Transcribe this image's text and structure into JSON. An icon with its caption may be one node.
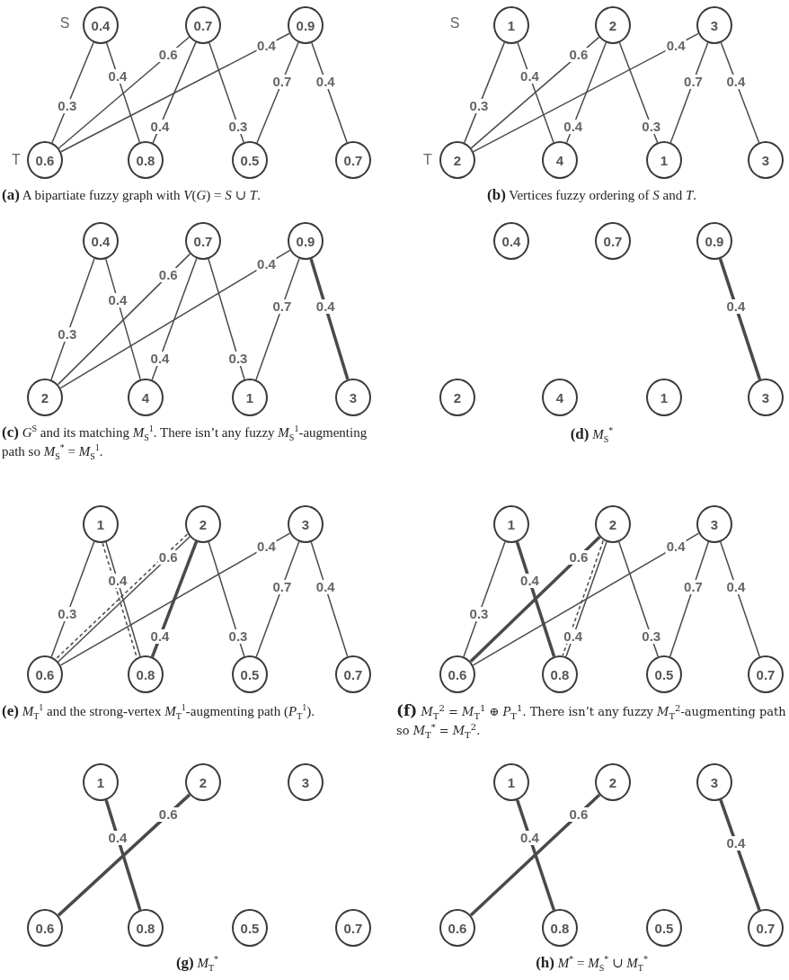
{
  "diagram": {
    "nodes": [
      {
        "text": [
          "0.4"
        ]
      },
      {
        "text": [
          "0.7"
        ]
      },
      {
        "text": [
          "0.9"
        ]
      },
      {
        "text": [
          "0.6"
        ]
      },
      {
        "text": [
          "0.8"
        ]
      },
      {
        "text": [
          "0.5"
        ]
      },
      {
        "text": [
          "0.7"
        ]
      },
      {
        "text": [
          "1"
        ]
      },
      {
        "text": [
          "2"
        ]
      },
      {
        "text": [
          "3"
        ]
      },
      {
        "text": [
          "2"
        ]
      },
      {
        "text": [
          "4"
        ]
      },
      {
        "text": [
          "1"
        ]
      },
      {
        "text": [
          "3"
        ]
      },
      {
        "text": [
          "0.4"
        ]
      },
      {
        "text": [
          "0.7"
        ]
      },
      {
        "text": [
          "0.9"
        ]
      },
      {
        "text": [
          "2"
        ]
      },
      {
        "text": [
          "4"
        ]
      },
      {
        "text": [
          "1"
        ]
      },
      {
        "text": [
          "3"
        ]
      },
      {
        "text": [
          "0.4"
        ]
      },
      {
        "text": [
          "0.7"
        ]
      },
      {
        "text": [
          "0.9"
        ]
      },
      {
        "text": [
          "2"
        ]
      },
      {
        "text": [
          "4"
        ]
      },
      {
        "text": [
          "1"
        ]
      },
      {
        "text": [
          "3"
        ]
      },
      {
        "text": [
          "1"
        ]
      },
      {
        "text": [
          "2"
        ]
      },
      {
        "text": [
          "3"
        ]
      },
      {
        "text": [
          "0.6"
        ]
      },
      {
        "text": [
          "0.8"
        ]
      },
      {
        "text": [
          "0.5"
        ]
      },
      {
        "text": [
          "0.7"
        ]
      },
      {
        "text": [
          "1"
        ]
      },
      {
        "text": [
          "2"
        ]
      },
      {
        "text": [
          "3"
        ]
      },
      {
        "text": [
          "0.6"
        ]
      },
      {
        "text": [
          "0.8"
        ]
      },
      {
        "text": [
          "0.5"
        ]
      },
      {
        "text": [
          "0.7"
        ]
      },
      {
        "text": [
          "1"
        ]
      },
      {
        "text": [
          "2"
        ]
      },
      {
        "text": [
          "3"
        ]
      },
      {
        "text": [
          "0.6"
        ]
      },
      {
        "text": [
          "0.8"
        ]
      },
      {
        "text": [
          "0.5"
        ]
      },
      {
        "text": [
          "0.7"
        ]
      },
      {
        "text": [
          "1"
        ]
      },
      {
        "text": [
          "2"
        ]
      },
      {
        "text": [
          "3"
        ]
      },
      {
        "text": [
          "0.6"
        ]
      },
      {
        "text": [
          "0.8"
        ]
      },
      {
        "text": [
          "0.5"
        ]
      },
      {
        "text": [
          "0.7"
        ]
      }
    ],
    "edges": [
      {
        "from": 0,
        "to": 3,
        "arrow": "none",
        "label": "0.3"
      },
      {
        "from": 0,
        "to": 4,
        "arrow": "none",
        "label": "0.4"
      },
      {
        "from": 1,
        "to": 3,
        "arrow": "none",
        "label": "0.6"
      },
      {
        "from": 1,
        "to": 4,
        "arrow": "none",
        "label": "0.4"
      },
      {
        "from": 1,
        "to": 5,
        "arrow": "none",
        "label": "0.3"
      },
      {
        "from": 2,
        "to": 3,
        "arrow": "none",
        "label": "0.4"
      },
      {
        "from": 2,
        "to": 5,
        "arrow": "none",
        "label": "0.7"
      },
      {
        "from": 2,
        "to": 6,
        "arrow": "none",
        "label": "0.4"
      },
      {
        "from": 7,
        "to": 10,
        "arrow": "none",
        "label": "0.3"
      },
      {
        "from": 7,
        "to": 11,
        "arrow": "none",
        "label": "0.4"
      },
      {
        "from": 8,
        "to": 10,
        "arrow": "none",
        "label": "0.6"
      },
      {
        "from": 8,
        "to": 11,
        "arrow": "none",
        "label": "0.4"
      },
      {
        "from": 8,
        "to": 12,
        "arrow": "none",
        "label": "0.3"
      },
      {
        "from": 9,
        "to": 10,
        "arrow": "none",
        "label": "0.4"
      },
      {
        "from": 9,
        "to": 12,
        "arrow": "none",
        "label": "0.7"
      },
      {
        "from": 9,
        "to": 13,
        "arrow": "none",
        "label": "0.4"
      },
      {
        "from": 14,
        "to": 17,
        "arrow": "none",
        "label": "0.3"
      },
      {
        "from": 14,
        "to": 18,
        "arrow": "none",
        "label": "0.4"
      },
      {
        "from": 15,
        "to": 17,
        "arrow": "none",
        "label": "0.6"
      },
      {
        "from": 15,
        "to": 18,
        "arrow": "none",
        "label": "0.4"
      },
      {
        "from": 15,
        "to": 19,
        "arrow": "none",
        "label": "0.3"
      },
      {
        "from": 16,
        "to": 17,
        "arrow": "none",
        "label": "0.4"
      },
      {
        "from": 16,
        "to": 19,
        "arrow": "none",
        "label": "0.7"
      },
      {
        "from": 16,
        "to": 20,
        "arrow": "none",
        "label": "0.4",
        "style": "thick"
      },
      {
        "from": 23,
        "to": 27,
        "arrow": "none",
        "label": "0.4",
        "style": "thick"
      },
      {
        "from": 28,
        "to": 31,
        "arrow": "none",
        "label": "0.3"
      },
      {
        "from": 28,
        "to": 32,
        "arrow": "none",
        "label": "0.4"
      },
      {
        "from": 29,
        "to": 31,
        "arrow": "none",
        "label": "0.6"
      },
      {
        "from": 29,
        "to": 32,
        "arrow": "none",
        "label": "0.4",
        "style": "thick"
      },
      {
        "from": 29,
        "to": 33,
        "arrow": "none",
        "label": "0.3"
      },
      {
        "from": 30,
        "to": 31,
        "arrow": "none",
        "label": "0.4"
      },
      {
        "from": 30,
        "to": 33,
        "arrow": "none",
        "label": "0.7"
      },
      {
        "from": 30,
        "to": 34,
        "arrow": "none",
        "label": "0.4"
      },
      {
        "from": 29,
        "to": 31,
        "arrow": "none",
        "style": "dashed"
      },
      {
        "from": 28,
        "to": 32,
        "arrow": "none",
        "style": "dashed"
      },
      {
        "from": 35,
        "to": 38,
        "arrow": "none",
        "label": "0.3"
      },
      {
        "from": 35,
        "to": 39,
        "arrow": "none",
        "label": "0.4",
        "style": "thick"
      },
      {
        "from": 36,
        "to": 38,
        "arrow": "none",
        "label": "0.6",
        "style": "thick"
      },
      {
        "from": 36,
        "to": 39,
        "arrow": "none",
        "label": "0.4"
      },
      {
        "from": 36,
        "to": 40,
        "arrow": "none",
        "label": "0.3"
      },
      {
        "from": 37,
        "to": 38,
        "arrow": "none",
        "label": "0.4"
      },
      {
        "from": 37,
        "to": 40,
        "arrow": "none",
        "label": "0.7"
      },
      {
        "from": 37,
        "to": 41,
        "arrow": "none",
        "label": "0.4"
      },
      {
        "from": 36,
        "to": 39,
        "arrow": "none",
        "style": "dashed"
      },
      {
        "from": 42,
        "to": 46,
        "arrow": "none",
        "label": "0.4",
        "style": "thick"
      },
      {
        "from": 43,
        "to": 45,
        "arrow": "none",
        "label": "0.6",
        "style": "thick"
      },
      {
        "from": 49,
        "to": 53,
        "arrow": "none",
        "label": "0.4",
        "style": "thick"
      },
      {
        "from": 50,
        "to": 52,
        "arrow": "none",
        "label": "0.6",
        "style": "thick"
      },
      {
        "from": 51,
        "to": 55,
        "arrow": "none",
        "label": "0.4",
        "style": "thick"
      }
    ],
    "labels": [
      "S",
      "T",
      "**(a)** A bipartiate fuzzy graph with *V*(*G*) = *S* ∪ *T*.",
      "S",
      "T",
      "**(b)** Vertices fuzzy ordering of *S* and *T*.",
      "**(c)** *G*$^{S}$ and its matching *M*$_{S}$$^{1}$. There isn’t any fuzzy *M*$_{S}$$^{1}$-augmenting path so *M*$_{S}$$^{*}$ = *M*$_{S}$$^{1}$.",
      "**(d)** *M*$_{S}$$^{*}$",
      "**(e)** *M*$_{T}$$^{1}$ and the strong-vertex *M*$_{T}$$^{1}$-augmenting path (*P*$_{T}$$^{1}$).",
      "**(f)** *M*$_{T}$$^{2}$ = *M*$_{T}$$^{1}$ ⊕ *P*$_{T}$$^{1}$. There isn’t any fuzzy *M*$_{T}$$^{2}$-augmenting path so *M*$_{T}$$^{*}$ = *M*$_{T}$$^{2}$.",
      "**(g)** *M*$_{T}$$^{*}$",
      "**(h)** *M*$^{*}$ = *M*$_{S}$$^{*}$ ∪ *M*$_{T}$$^{*}$"
    ]
  }
}
